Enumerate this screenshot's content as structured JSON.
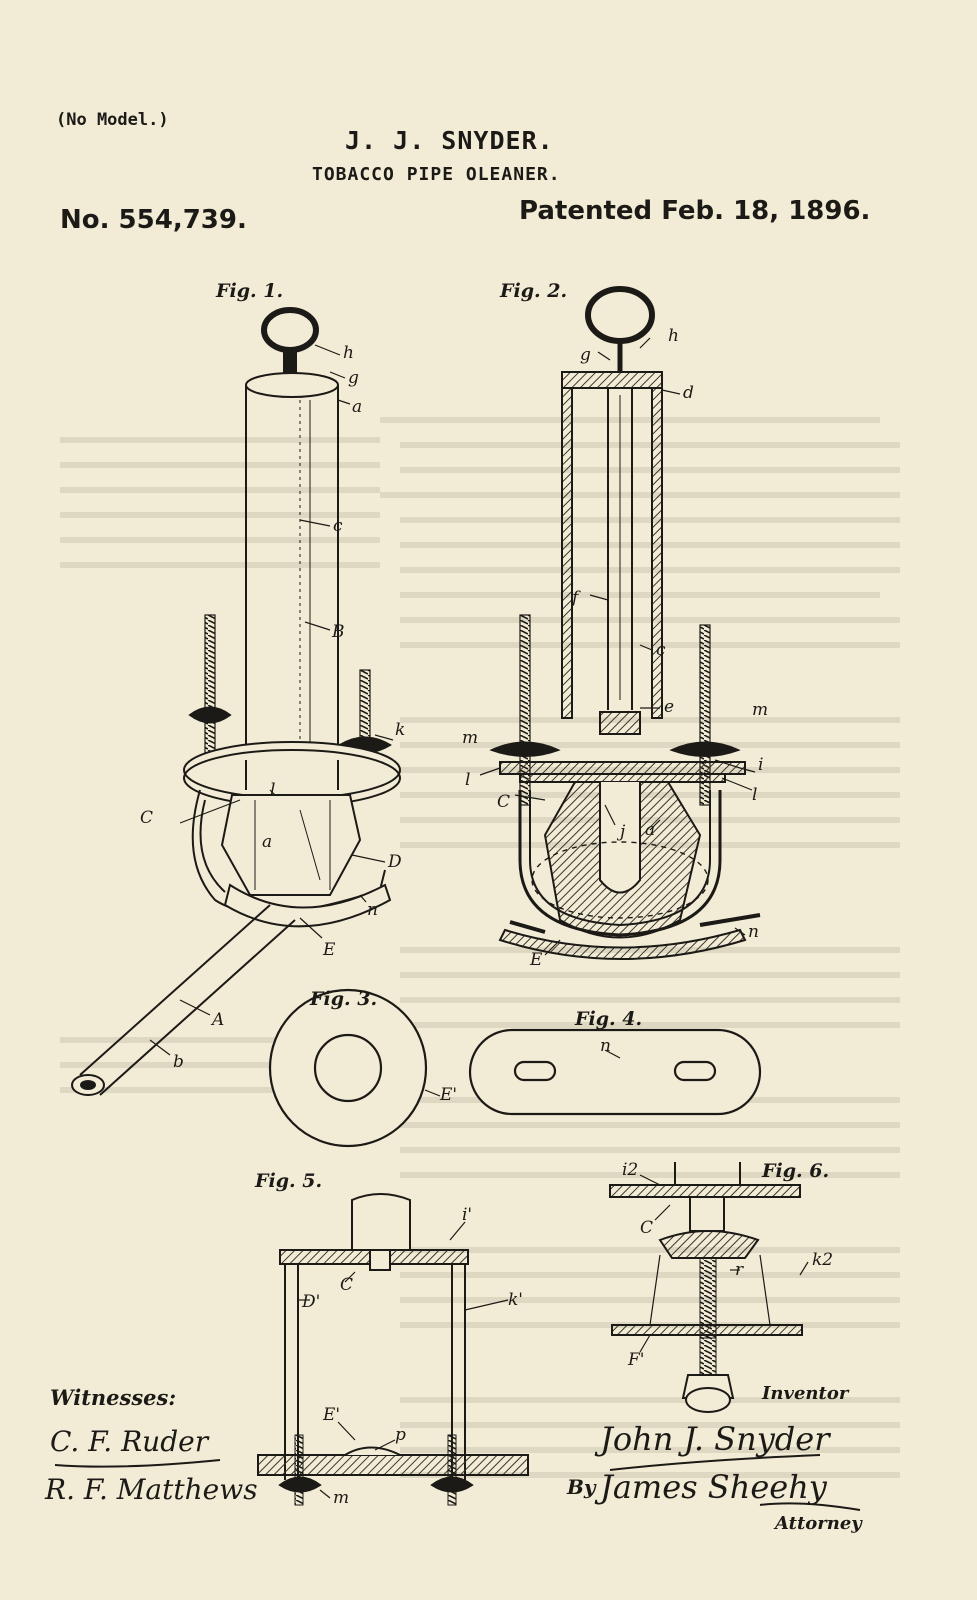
{
  "header": {
    "no_model": "(No Model.)",
    "inventor_name": "J. J. SNYDER.",
    "title": "TOBACCO PIPE OLEANER.",
    "patent_number": "No. 554,739.",
    "patent_date": "Patented Feb. 18, 1896."
  },
  "figures": {
    "fig1": "Fig. 1.",
    "fig2": "Fig. 2.",
    "fig3": "Fig. 3.",
    "fig4": "Fig. 4.",
    "fig5": "Fig. 5.",
    "fig6": "Fig. 6."
  },
  "labels": {
    "fig1": [
      "h",
      "g",
      "a",
      "c",
      "B",
      "k",
      "C",
      "l",
      "a",
      "D",
      "n",
      "E",
      "A",
      "b"
    ],
    "fig2": [
      "g",
      "h",
      "d",
      "f",
      "c",
      "e",
      "m",
      "m",
      "i",
      "l",
      "l",
      "C",
      "j",
      "a",
      "n",
      "E"
    ],
    "fig3": [
      "E'"
    ],
    "fig4": [
      "n"
    ],
    "fig5": [
      "i'",
      "C",
      "D'",
      "k'",
      "E'",
      "p",
      "m"
    ],
    "fig6": [
      "i2",
      "C",
      "r",
      "k2",
      "F'"
    ]
  },
  "signatures": {
    "witnesses": "Witnesses:",
    "witness1": "C. F. Ruder",
    "witness2": "R. F. Matthews",
    "inventor_label": "Inventor",
    "inventor": "John J. Snyder",
    "by": "By",
    "attorney_name": "James Sheehy",
    "attorney_label": "Attorney"
  },
  "colors": {
    "paper": "#f2ecd6",
    "ink": "#1c1a16",
    "hatch": "#3a352b"
  }
}
